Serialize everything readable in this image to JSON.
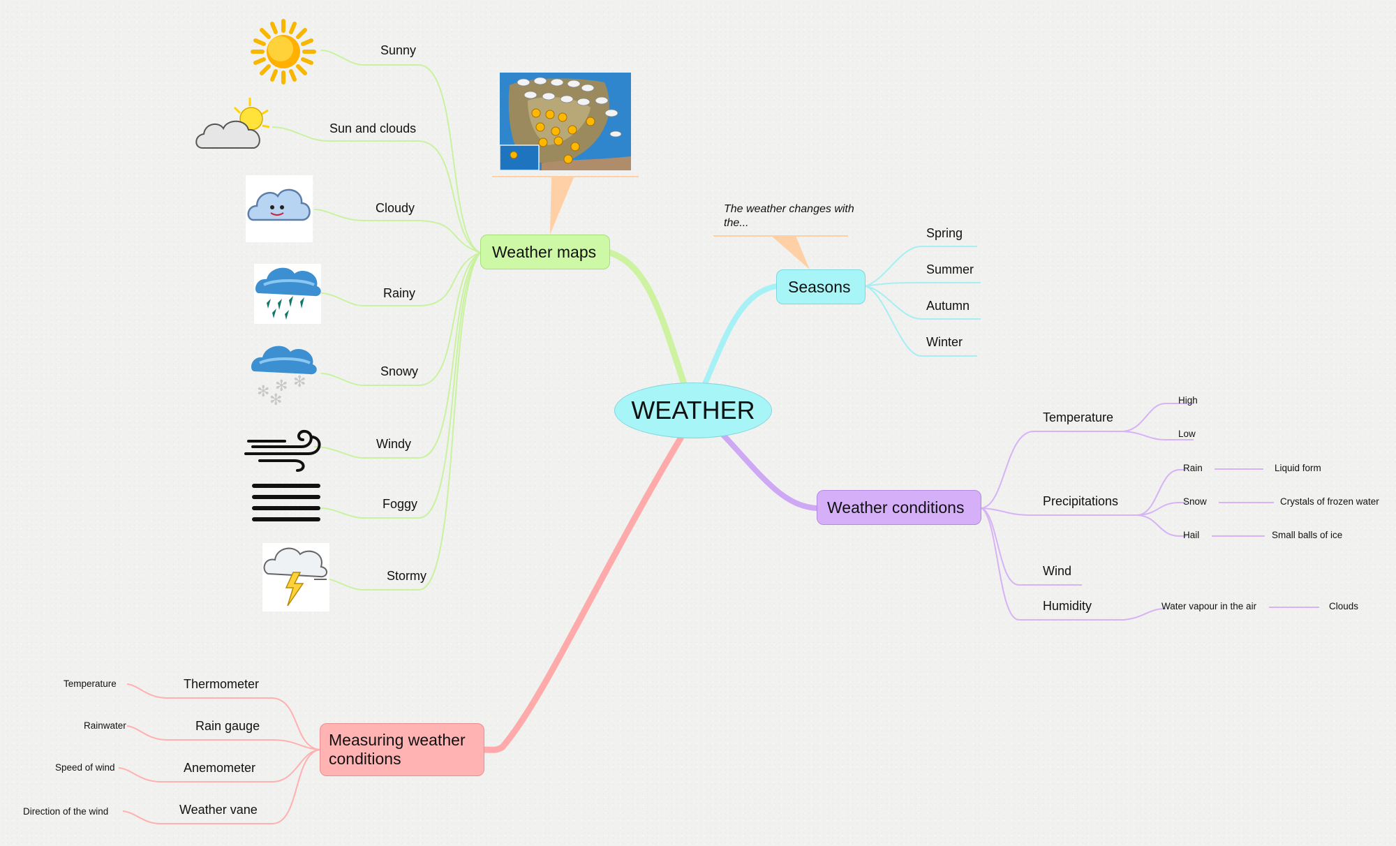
{
  "root": "WEATHER",
  "weather_maps": {
    "label": "Weather maps",
    "items": [
      "Sunny",
      "Sun and clouds",
      "Cloudy",
      "Rainy",
      "Snowy",
      "Windy",
      "Foggy",
      "Stormy"
    ]
  },
  "seasons": {
    "label": "Seasons",
    "note": "The weather changes with the...",
    "items": [
      "Spring",
      "Summer",
      "Autumn",
      "Winter"
    ]
  },
  "weather_conditions": {
    "label": "Weather conditions",
    "temperature": {
      "label": "Temperature",
      "items": [
        "High",
        "Low"
      ]
    },
    "precipitations": {
      "label": "Precipitations",
      "items": [
        {
          "label": "Rain",
          "detail": "Liquid form"
        },
        {
          "label": "Snow",
          "detail": "Crystals of frozen water"
        },
        {
          "label": "Hail",
          "detail": "Small balls of ice"
        }
      ]
    },
    "wind": "Wind",
    "humidity": {
      "label": "Humidity",
      "detail": "Water vapour in the air",
      "result": "Clouds"
    }
  },
  "measuring": {
    "label": "Measuring weather conditions",
    "items": [
      {
        "label": "Thermometer",
        "measures": "Temperature"
      },
      {
        "label": "Rain gauge",
        "measures": "Rainwater"
      },
      {
        "label": "Anemometer",
        "measures": "Speed of wind"
      },
      {
        "label": "Weather vane",
        "measures": "Direction of the wind"
      }
    ]
  },
  "colors": {
    "root": "#a8f5f7",
    "maps": "#cdf9a6",
    "seasons": "#a8f5f7",
    "conditions": "#d5b0f9",
    "measuring": "#ffb3b3",
    "callout": "#ffd0a6"
  }
}
